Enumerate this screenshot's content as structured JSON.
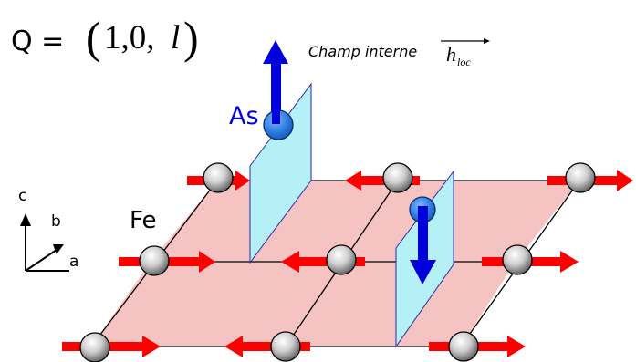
{
  "vector": {
    "label": "Q =",
    "open_paren": "(",
    "value": "1,0,",
    "var": "l",
    "close_paren": ")"
  },
  "field_label": {
    "text": "Champ interne",
    "symbol": "h",
    "subscript": "loc"
  },
  "atoms": {
    "as_label": "As",
    "fe_label": "Fe"
  },
  "axes": {
    "c": "c",
    "b": "b",
    "a": "a"
  },
  "colors": {
    "plaquette": "#f6c3c3",
    "grid_line": "#000000",
    "spin_arrow": "#ff0000",
    "field_arrow": "#0000dd",
    "as_atom": "#1f6fd6",
    "plane": "#b6f0f7",
    "fe_atom_light": "#ffffff",
    "fe_atom_dark": "#555555"
  },
  "spins": [
    {
      "site": "back-left",
      "direction": "right"
    },
    {
      "site": "back-middle",
      "direction": "left"
    },
    {
      "site": "back-right",
      "direction": "right"
    },
    {
      "site": "middle-left",
      "direction": "right"
    },
    {
      "site": "middle-middle",
      "direction": "left"
    },
    {
      "site": "middle-right",
      "direction": "right"
    },
    {
      "site": "front-left",
      "direction": "right"
    },
    {
      "site": "front-middle",
      "direction": "left"
    },
    {
      "site": "front-right",
      "direction": "right"
    }
  ],
  "as_fields": [
    {
      "site": "upper",
      "direction": "up"
    },
    {
      "site": "lower",
      "direction": "down"
    }
  ]
}
